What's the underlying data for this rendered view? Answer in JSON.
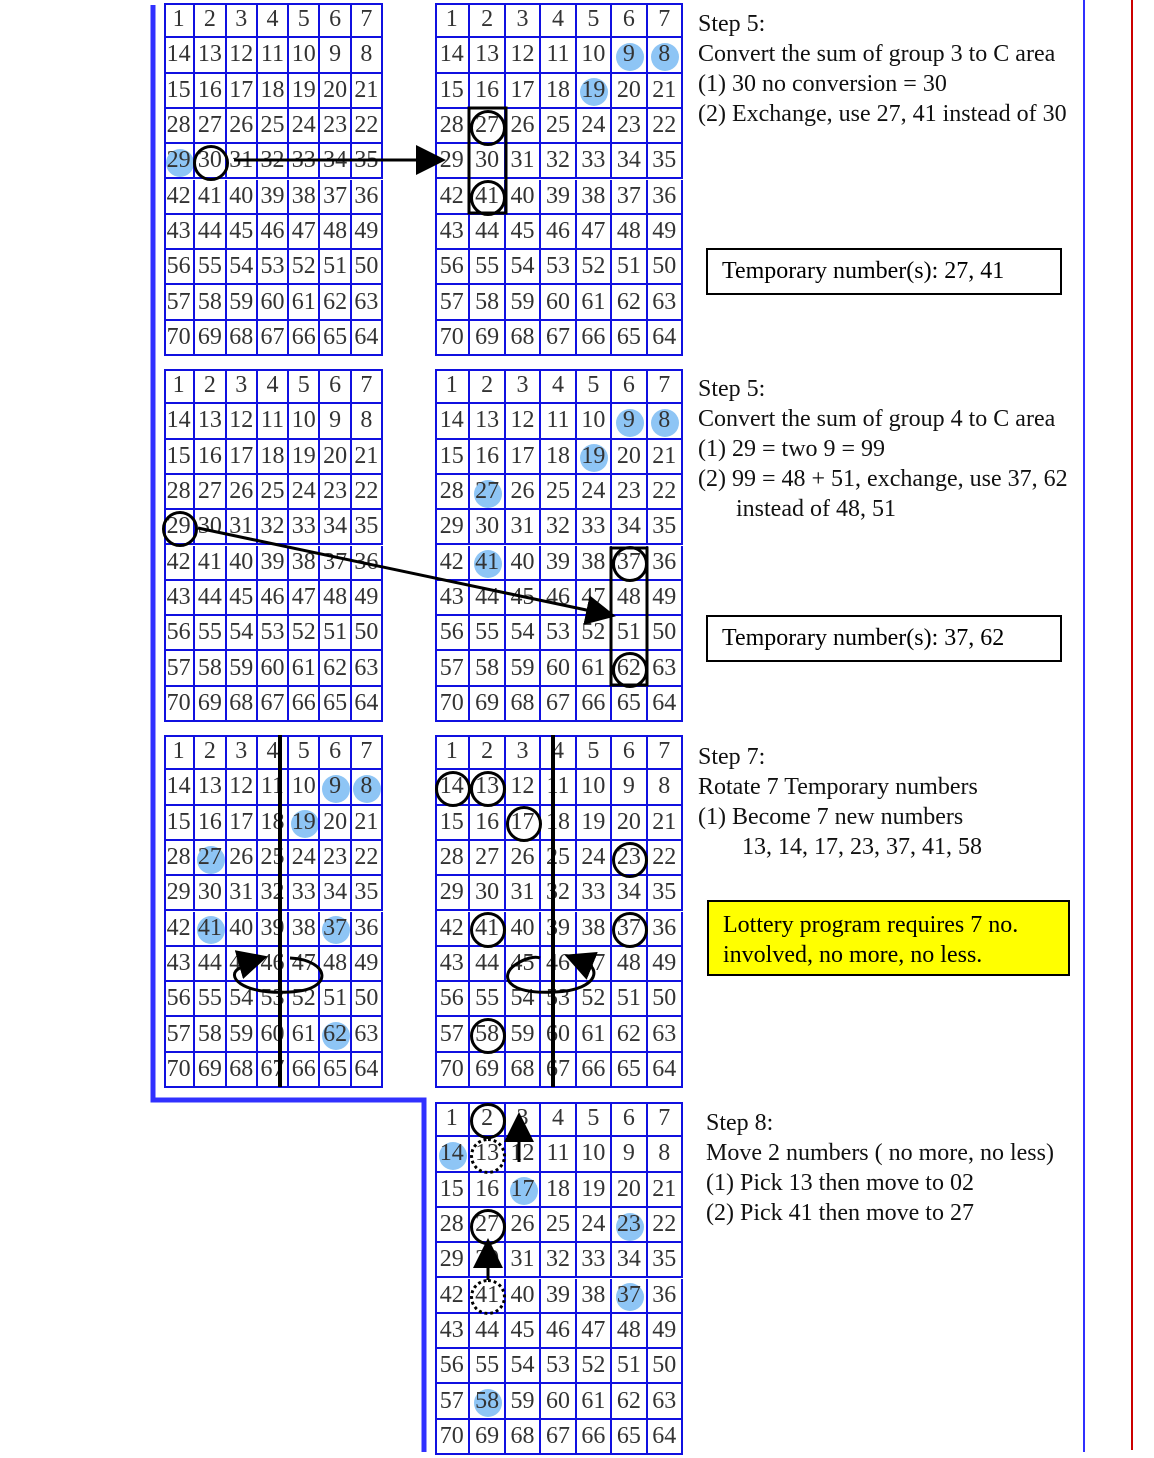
{
  "number_grid": [
    [
      "1",
      "2",
      "3",
      "4",
      "5",
      "6",
      "7"
    ],
    [
      "14",
      "13",
      "12",
      "11",
      "10",
      "9",
      "8"
    ],
    [
      "15",
      "16",
      "17",
      "18",
      "19",
      "20",
      "21"
    ],
    [
      "28",
      "27",
      "26",
      "25",
      "24",
      "23",
      "22"
    ],
    [
      "29",
      "30",
      "31",
      "32",
      "33",
      "34",
      "35"
    ],
    [
      "42",
      "41",
      "40",
      "39",
      "38",
      "37",
      "36"
    ],
    [
      "43",
      "44",
      "45",
      "46",
      "47",
      "48",
      "49"
    ],
    [
      "56",
      "55",
      "54",
      "53",
      "52",
      "51",
      "50"
    ],
    [
      "57",
      "58",
      "59",
      "60",
      "61",
      "62",
      "63"
    ],
    [
      "70",
      "69",
      "68",
      "67",
      "66",
      "65",
      "64"
    ]
  ],
  "grids": [
    {
      "name": "group3-source",
      "highlighted": [
        "29"
      ],
      "circled": [
        "30"
      ],
      "dotted": []
    },
    {
      "name": "group3-result",
      "highlighted": [
        "9",
        "8",
        "19"
      ],
      "circled": [
        "27",
        "41"
      ],
      "dotted": []
    },
    {
      "name": "group4-source",
      "highlighted": [],
      "circled": [
        "29"
      ],
      "dotted": []
    },
    {
      "name": "group4-result",
      "highlighted": [
        "9",
        "8",
        "19",
        "27",
        "41"
      ],
      "circled": [
        "37",
        "62"
      ],
      "dotted": []
    },
    {
      "name": "rotate-before",
      "highlighted": [
        "9",
        "8",
        "19",
        "27",
        "41",
        "37",
        "62"
      ],
      "circled": [],
      "dotted": []
    },
    {
      "name": "rotate-after",
      "highlighted": [],
      "circled": [
        "14",
        "13",
        "17",
        "23",
        "41",
        "37",
        "58"
      ],
      "dotted": []
    },
    {
      "name": "move-two",
      "highlighted": [
        "14",
        "17",
        "23",
        "37",
        "58"
      ],
      "circled": [
        "2",
        "27"
      ],
      "dotted": [
        "13",
        "41"
      ]
    }
  ],
  "step5a": {
    "title": "Step 5:",
    "line1": "Convert the sum of group 3 to C area",
    "line2": "(1)  30 no conversion = 30",
    "line3": "(2) Exchange, use 27, 41 instead of 30",
    "temp": "Temporary number(s):  27, 41"
  },
  "step5b": {
    "title": "Step 5:",
    "line1": "Convert the sum of group 4 to C area",
    "line2": "(1)  29 = two 9 = 99",
    "line3": "(2) 99 = 48 + 51, exchange, use 37, 62",
    "line4": "instead of 48, 51",
    "temp": "Temporary number(s):  37, 62"
  },
  "step7": {
    "title": "Step 7:",
    "line1": "Rotate 7 Temporary numbers",
    "line2": "(1)  Become 7 new numbers",
    "line3": "13, 14, 17, 23, 37, 41, 58",
    "note1": "Lottery program requires 7 no.",
    "note2": "involved, no more, no less."
  },
  "step8": {
    "title": "Step 8:",
    "line1": "Move 2 numbers ( no more, no less)",
    "line2": "(1)  Pick 13 then move to 02",
    "line3": "(2)  Pick 41 then move to 27"
  },
  "colors": {
    "grid": "#1010e0",
    "highlight": "#8ec5f5",
    "frame": "#3030ff",
    "red_line": "#cc0000",
    "note_bg": "#ffff00"
  }
}
